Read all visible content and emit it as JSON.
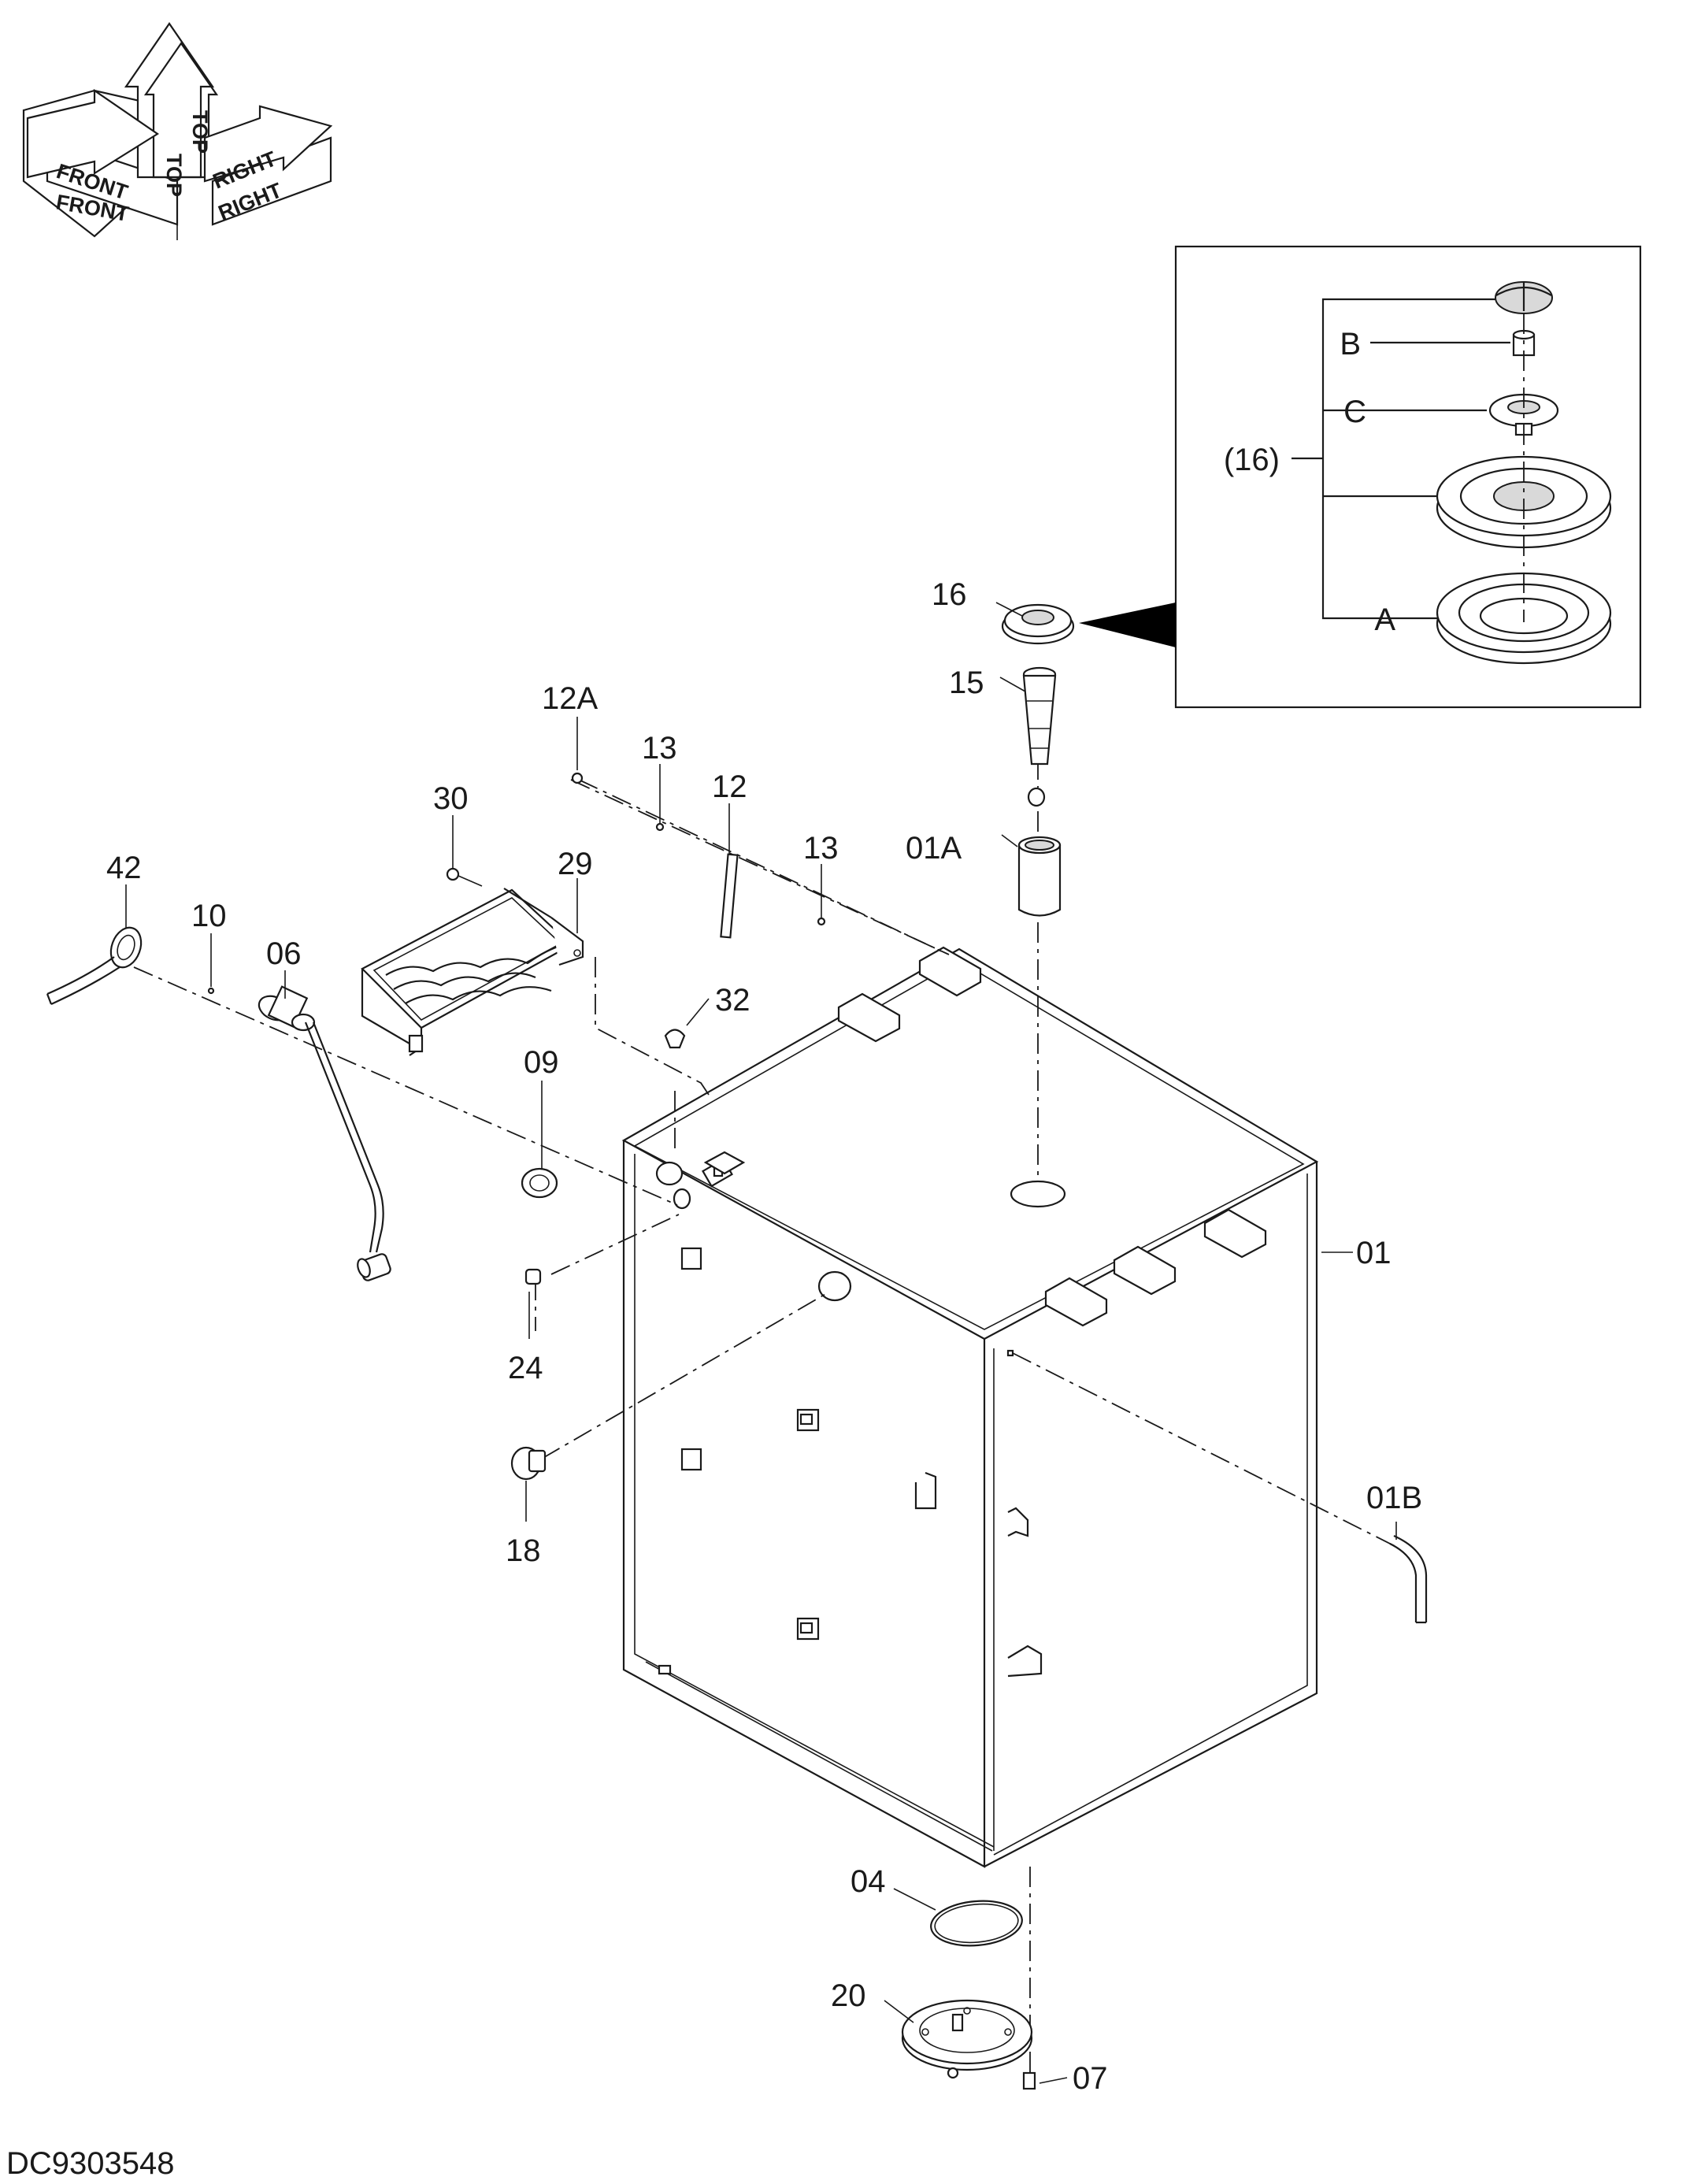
{
  "orientation": {
    "front": "FRONT",
    "top": "TOP",
    "right": "RIGHT"
  },
  "labels": {
    "p01": "01",
    "p01a": "01A",
    "p01b": "01B",
    "p04": "04",
    "p06": "06",
    "p07": "07",
    "p09": "09",
    "p10": "10",
    "p12": "12",
    "p12a": "12A",
    "p13a": "13",
    "p13b": "13",
    "p15": "15",
    "p16": "16",
    "p18": "18",
    "p20": "20",
    "p24": "24",
    "p29": "29",
    "p30": "30",
    "p32": "32",
    "p42": "42"
  },
  "detail": {
    "group": "(16)",
    "a": "A",
    "b": "B",
    "c": "C"
  },
  "drawing_id": "DC9303548"
}
